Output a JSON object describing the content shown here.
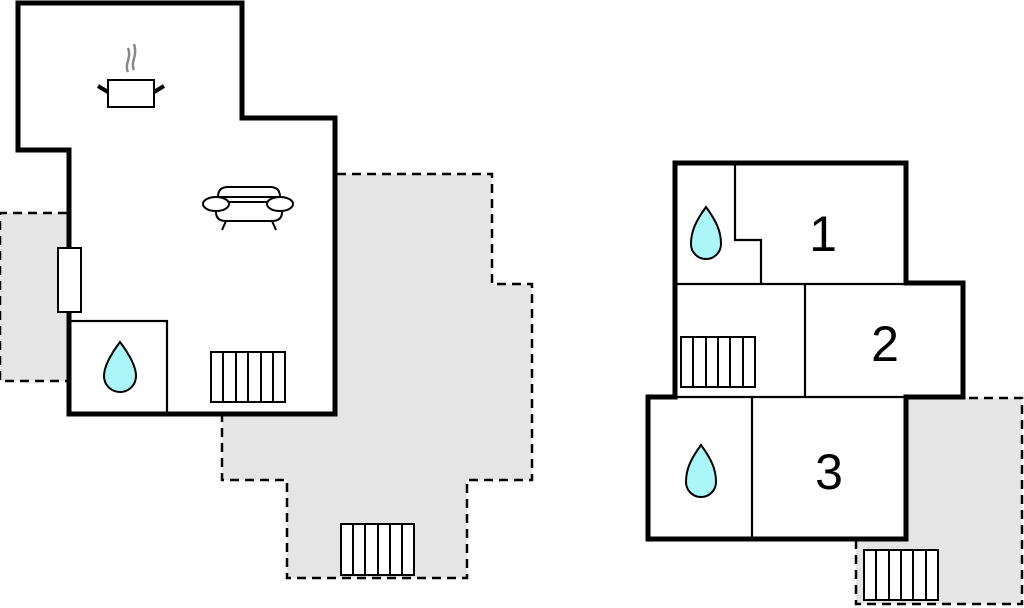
{
  "plan": {
    "rooms": [
      {
        "label": "1"
      },
      {
        "label": "2"
      },
      {
        "label": "3"
      }
    ],
    "colors": {
      "water": "#aaf6f8",
      "terrace": "#e5e5e5",
      "wall": "#000000"
    },
    "icons": [
      "kitchen-pot-icon",
      "sofa-icon",
      "bathroom-drop-icon",
      "stairs-icon",
      "window-icon"
    ]
  }
}
